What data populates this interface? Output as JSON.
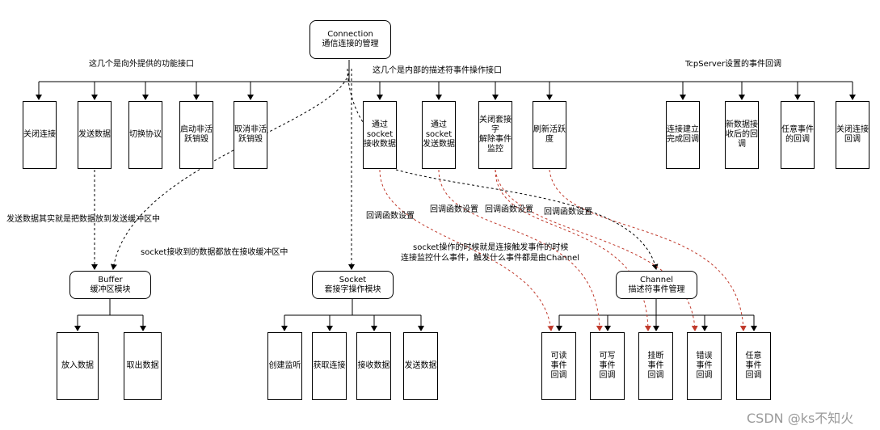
{
  "connection": {
    "title": "Connection",
    "subtitle": "通信连接的管理"
  },
  "external_interface_label": "这几个是向外提供的功能接口",
  "internal_interface_label": "这几个是内部的描述符事件操作接口",
  "tcpserver_label": "TcpServer设置的事件回调",
  "external_items": [
    "关闭连接",
    "发送数据",
    "切换协议",
    "启动非活\n跃销毁",
    "取消非活\n跃销毁"
  ],
  "internal_items": [
    "通过\nsocket\n接收数据",
    "通过\nsocket\n发送数据",
    "关闭套接\n字\n解除事件\n监控",
    "刷新活跃\n度"
  ],
  "callback_items": [
    "连接建立\n完成回调",
    "新数据接\n收后的回\n调",
    "任意事件\n的回调",
    "关闭连接\n回调"
  ],
  "buffer": {
    "title": "Buffer",
    "subtitle": "缓冲区模块",
    "items": [
      "放入数据",
      "取出数据"
    ]
  },
  "socket": {
    "title": "Socket",
    "subtitle": "套接字操作模块",
    "items": [
      "创建监听",
      "获取连接",
      "接收数据",
      "发送数据"
    ]
  },
  "channel": {
    "title": "Channel",
    "subtitle": "描述符事件管理",
    "items": [
      "可读\n事件\n回调",
      "可写\n事件\n回调",
      "挂断\n事件\n回调",
      "错误\n事件\n回调",
      "任意\n事件\n回调"
    ]
  },
  "annotations": {
    "send_note": "发送数据其实就是把数据放到发送缓冲区中",
    "recv_note": "socket接收到的数据都放在接收缓冲区中",
    "callback_set": "回调函数设置",
    "channel_note_1": "socket操作的时候就是连接触发事件的时候",
    "channel_note_2": "连接监控什么事件，触发什么事件都是由Channel"
  },
  "watermark": "CSDN @ks不知火",
  "colors": {
    "line": "#000000",
    "dashed_red": "#c0392b",
    "text": "#000000",
    "watermark": "#9a9a9a"
  }
}
